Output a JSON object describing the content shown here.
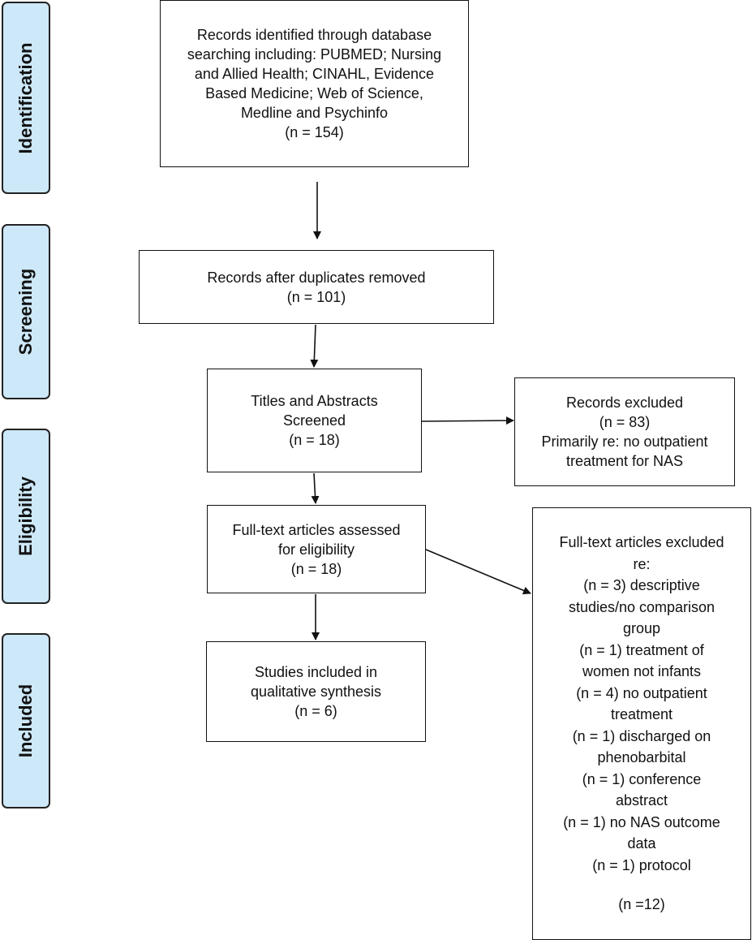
{
  "stages": {
    "identification": "Identification",
    "screening": "Screening",
    "eligibility": "Eligibility",
    "included": "Included"
  },
  "boxes": {
    "records_identified": {
      "lines": [
        "Records identified through database",
        "searching including: PUBMED; Nursing",
        "and Allied Health; CINAHL, Evidence",
        "Based Medicine; Web of Science,",
        "Medline and Psychinfo",
        "(n = 154)"
      ]
    },
    "duplicates_removed": {
      "lines": [
        "Records after duplicates removed",
        "(n = 101)"
      ]
    },
    "titles_abstracts": {
      "lines": [
        "Titles and Abstracts",
        "Screened",
        "(n = 18)"
      ]
    },
    "records_excluded": {
      "lines": [
        "Records excluded",
        "(n = 83)",
        "Primarily re: no outpatient",
        "treatment for NAS"
      ]
    },
    "fulltext_assessed": {
      "lines": [
        "Full-text articles assessed",
        "for eligibility",
        "(n = 18)"
      ]
    },
    "studies_included": {
      "lines": [
        "Studies included in",
        "qualitative synthesis",
        "(n = 6)"
      ]
    },
    "fulltext_excluded": {
      "lines": [
        "Full-text articles excluded",
        "re:",
        "(n = 3) descriptive",
        "studies/no comparison",
        "group",
        "(n = 1) treatment of",
        "women not infants",
        "(n = 4) no outpatient",
        "treatment",
        "(n = 1) discharged on",
        "phenobarbital",
        "(n = 1) conference",
        "abstract",
        "(n = 1) no NAS outcome",
        "data",
        "(n = 1) protocol"
      ],
      "total": "(n =12)"
    }
  }
}
